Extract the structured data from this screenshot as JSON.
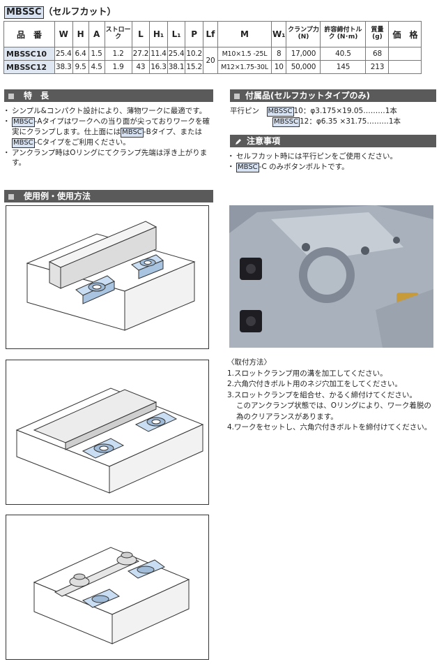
{
  "title": {
    "code": "MBSSC",
    "subtitle": "（セルフカット）"
  },
  "table": {
    "headers": [
      "品　番",
      "W",
      "H",
      "A",
      "ストローク",
      "L",
      "H₁",
      "L₁",
      "P",
      "Lf",
      "M",
      "W₁",
      "クランプ力 (N)",
      "許容締付トルク (N･m)",
      "質量 (g)",
      "価　格"
    ],
    "rows": [
      {
        "model": "MBSSC10",
        "W": "25.4",
        "H": "6.4",
        "A": "1.5",
        "stroke": "1.2",
        "L": "27.2",
        "H1": "11.4",
        "L1": "25.4",
        "P": "10.2",
        "M": "M10×1.5 -25L",
        "W1": "8",
        "force": "17,000",
        "torque": "40.5",
        "mass": "68"
      },
      {
        "model": "MBSSC12",
        "W": "38.3",
        "H": "9.5",
        "A": "4.5",
        "stroke": "1.9",
        "L": "43",
        "H1": "16.3",
        "L1": "38.1",
        "P": "15.2",
        "M": "M12×1.75-30L",
        "W1": "10",
        "force": "50,000",
        "torque": "145",
        "mass": "213"
      }
    ],
    "lf_shared": "20"
  },
  "features": {
    "heading": "特　長",
    "items": [
      {
        "pre": "",
        "tag": "",
        "text": "シンプル&コンパクト設計により、薄物ワークに最適です。"
      },
      {
        "pre": "",
        "tag": "MBSC",
        "text": "-Aタイプはワークへの当り面が尖っておりワークを確実にクランプします。仕上面には",
        "tag2": "MBSC",
        "text2": "-Bタイプ、または",
        "tag3": "MBSC",
        "text3": "-Cタイプをご利用ください。"
      },
      {
        "pre": "",
        "tag": "",
        "text": "アンクランプ時はOリングにてクランプ先端は浮き上がります。"
      }
    ]
  },
  "accessories": {
    "heading": "付属品(セルフカットタイプのみ)",
    "label": "平行ピン",
    "rows": [
      {
        "tag": "MBSSC",
        "text": "10：φ3.175×19.05………1本"
      },
      {
        "tag": "MBSSC",
        "text": "12：φ6.35 ×31.75………1本"
      }
    ]
  },
  "notes": {
    "heading": "注意事項",
    "items": [
      {
        "tag": "",
        "text": "セルフカット時には平行ピンをご使用ください。"
      },
      {
        "tag": "MBSC",
        "text": "-C のみボタンボルトです。"
      }
    ]
  },
  "usage": {
    "heading": "使用例・使用方法"
  },
  "mounting": {
    "heading": "〈取付方法〉",
    "steps": [
      "1.スロットクランプ用の溝を加工してください。",
      "2.六角穴付きボルト用のネジ穴加工をしてください。",
      "3.スロットクランプを組合せ、かるく締付けてください。",
      "このアンクランプ状態では、Oリングにより、ワーク着脱の為のクリアランスがあります。",
      "4.ワークをセットし、六角穴付きボルトを締付けてください。"
    ]
  }
}
